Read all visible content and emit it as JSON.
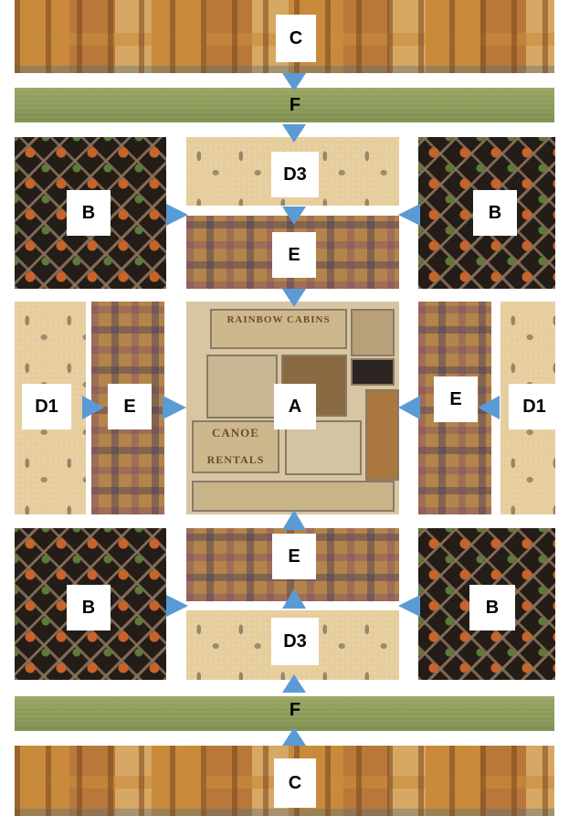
{
  "labels": {
    "a": "A",
    "b": "B",
    "c": "C",
    "d1": "D1",
    "d3": "D3",
    "e": "E",
    "f": "F"
  },
  "center_panel": {
    "sign_top": "RAINBOW CABINS",
    "sign_left_line1": "CANOE",
    "sign_left_line2": "RENTALS"
  },
  "colors": {
    "arrow": "#5b9bd5",
    "label_bg": "#ffffff",
    "label_text": "#000000"
  }
}
